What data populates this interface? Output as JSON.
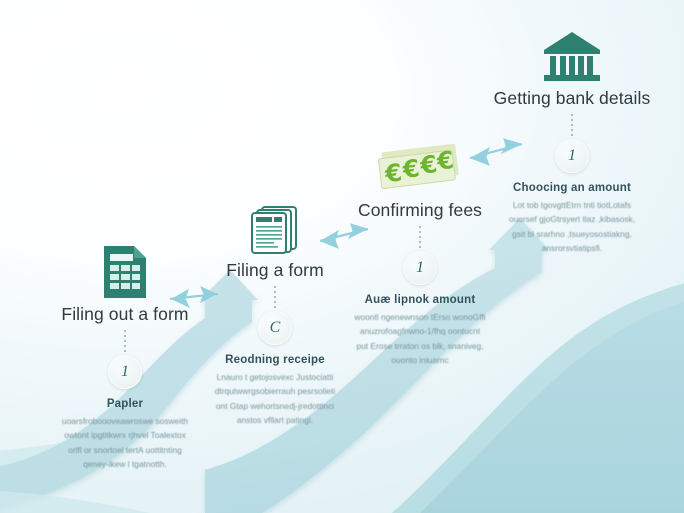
{
  "scene": {
    "kind": "process-infographic",
    "background_arrow_color": "#bddfe6",
    "background_gradient": [
      "#ffffff",
      "#e0f0f4"
    ],
    "accent_teal": "#2e8170",
    "accent_green": "#6cb52d",
    "connector_color": "#8ecedd"
  },
  "steps": [
    {
      "id": "filing-out-a-form",
      "icon": "spreadsheet-document-icon",
      "title": "Filing out a form",
      "badge": "1",
      "subtitle": "Papler",
      "blurb": [
        "uoarsfroboooveawroswe sosweith",
        "owtont ipgtitkwrx rjhvel Toalextox",
        "orlfl or snortoel tertA uottitnting",
        "qeney-ikew l tgatnotth."
      ]
    },
    {
      "id": "filing-a-form",
      "icon": "stacked-pages-icon",
      "title": "Filing a form",
      "badge": "C",
      "subtitle": "Reodning receipe",
      "blurb": [
        "Lnauro t getojosvexc Justociatti",
        "dtrqutwwrgsobierrauh  pesrsolieti",
        "ont Gtap wehortsnedj-jredottinci",
        "anstos vfllart patingi."
      ]
    },
    {
      "id": "confirming-fees",
      "icon": "euro-banknotes-icon",
      "title": "Confirming fees",
      "badge": "1",
      "subtitle": "Auæ lipnok amount",
      "blurb": [
        "woontl ngenewnson tErso wonoGffi",
        "anuzrofoagfnwno-1/fhq oontucnt",
        "put Erose trraton os blk, snaniveg,",
        "ouonto iniuarnc"
      ]
    },
    {
      "id": "getting-bank-details",
      "icon": "bank-building-icon",
      "title": "Getting bank details",
      "badge": "1",
      "subtitle": "Choocing an amount",
      "blurb": [
        "Lot tob tgovgttEtrn tnti tiotLotafs",
        "ouorsef gjoGtrsyert tlaz ,kibasosk,",
        "gsit bl srarhno ,tsueyosostiakng,",
        "ansrorsvtiatipsfi."
      ]
    }
  ],
  "connectors": [
    {
      "id": "connector-1-2",
      "type": "double-headed-arrow"
    },
    {
      "id": "connector-2-3",
      "type": "double-headed-arrow"
    },
    {
      "id": "connector-3-4",
      "type": "double-headed-arrow"
    }
  ]
}
